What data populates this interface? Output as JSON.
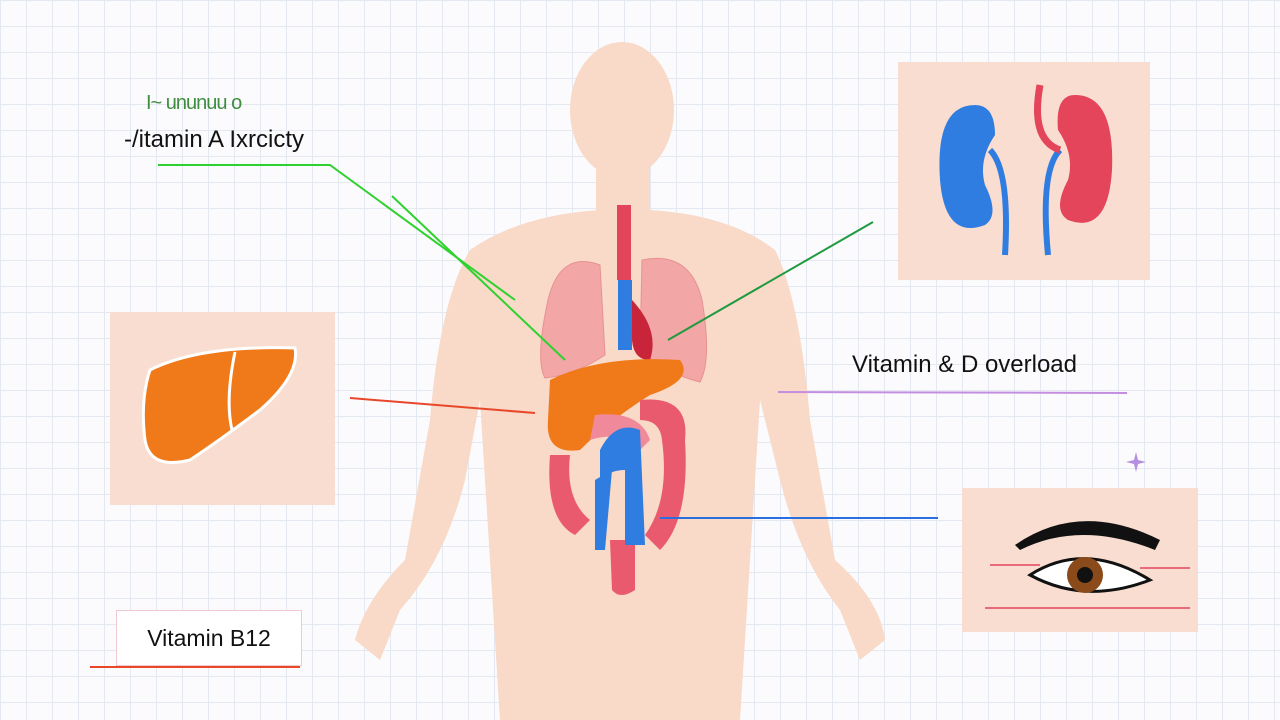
{
  "labels": {
    "vitamin_a_top": "I~ ununuu o",
    "vitamin_a": "-/itamin A Ixrcicty",
    "vitamin_d": "Vitamin & D overload",
    "vitamin_b12": "Vitamin B12"
  },
  "colors": {
    "skin": "#f9d9c8",
    "panel": "#f8ddd0",
    "liver": "#f07a1a",
    "kidney_red": "#e4455a",
    "kidney_blue": "#2f7de0",
    "arrow_green": "#2fd12f",
    "arrow_red": "#e8472a",
    "arrow_blue": "#2a6fe0",
    "line_purple": "#c48ee0"
  }
}
